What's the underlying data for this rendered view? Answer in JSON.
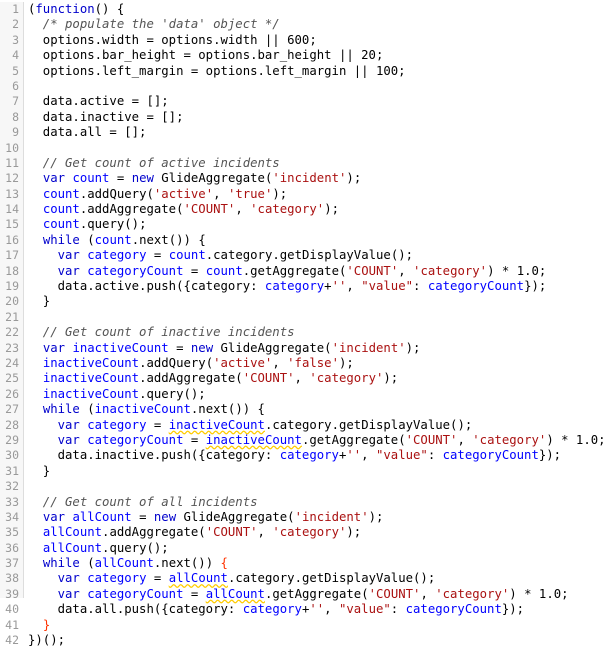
{
  "editor": {
    "language": "javascript",
    "line_numbers": [
      "1",
      "2",
      "3",
      "4",
      "5",
      "6",
      "7",
      "8",
      "9",
      "10",
      "11",
      "12",
      "13",
      "14",
      "15",
      "16",
      "17",
      "18",
      "19",
      "20",
      "21",
      "22",
      "23",
      "24",
      "25",
      "26",
      "27",
      "28",
      "29",
      "30",
      "31",
      "32",
      "33",
      "34",
      "35",
      "36",
      "37",
      "38",
      "39",
      "40",
      "41",
      "42"
    ],
    "lines": [
      [
        {
          "t": "(",
          "c": "br"
        },
        {
          "t": "function",
          "c": "kw"
        },
        {
          "t": "() {",
          "c": "br"
        }
      ],
      [
        {
          "t": "  /* populate the 'data' object */",
          "c": "cm"
        }
      ],
      [
        {
          "t": "  options.width = options.width || 600;",
          "c": ""
        }
      ],
      [
        {
          "t": "  options.bar_height = options.bar_height || 20;",
          "c": ""
        }
      ],
      [
        {
          "t": "  options.left_margin = options.left_margin || 100;",
          "c": ""
        }
      ],
      [
        {
          "t": "",
          "c": ""
        }
      ],
      [
        {
          "t": "  data.active = [];",
          "c": ""
        }
      ],
      [
        {
          "t": "  data.inactive = [];",
          "c": ""
        }
      ],
      [
        {
          "t": "  data.all = [];",
          "c": ""
        }
      ],
      [
        {
          "t": "",
          "c": ""
        }
      ],
      [
        {
          "t": "  // Get count of active incidents",
          "c": "cm"
        }
      ],
      [
        {
          "t": "  ",
          "c": ""
        },
        {
          "t": "var",
          "c": "kw"
        },
        {
          "t": " ",
          "c": ""
        },
        {
          "t": "count",
          "c": "vr"
        },
        {
          "t": " = ",
          "c": ""
        },
        {
          "t": "new",
          "c": "kw"
        },
        {
          "t": " GlideAggregate(",
          "c": ""
        },
        {
          "t": "'incident'",
          "c": "st"
        },
        {
          "t": ");",
          "c": ""
        }
      ],
      [
        {
          "t": "  ",
          "c": ""
        },
        {
          "t": "count",
          "c": "vr"
        },
        {
          "t": ".addQuery(",
          "c": ""
        },
        {
          "t": "'active'",
          "c": "st"
        },
        {
          "t": ", ",
          "c": ""
        },
        {
          "t": "'true'",
          "c": "st"
        },
        {
          "t": ");",
          "c": ""
        }
      ],
      [
        {
          "t": "  ",
          "c": ""
        },
        {
          "t": "count",
          "c": "vr"
        },
        {
          "t": ".addAggregate(",
          "c": ""
        },
        {
          "t": "'COUNT'",
          "c": "st"
        },
        {
          "t": ", ",
          "c": ""
        },
        {
          "t": "'category'",
          "c": "st"
        },
        {
          "t": ");",
          "c": ""
        }
      ],
      [
        {
          "t": "  ",
          "c": ""
        },
        {
          "t": "count",
          "c": "vr"
        },
        {
          "t": ".query();",
          "c": ""
        }
      ],
      [
        {
          "t": "  ",
          "c": ""
        },
        {
          "t": "while",
          "c": "kw"
        },
        {
          "t": " (",
          "c": ""
        },
        {
          "t": "count",
          "c": "vr"
        },
        {
          "t": ".next()) {",
          "c": ""
        }
      ],
      [
        {
          "t": "    ",
          "c": ""
        },
        {
          "t": "var",
          "c": "kw"
        },
        {
          "t": " ",
          "c": ""
        },
        {
          "t": "category",
          "c": "vr"
        },
        {
          "t": " = ",
          "c": ""
        },
        {
          "t": "count",
          "c": "vr"
        },
        {
          "t": ".category.getDisplayValue();",
          "c": ""
        }
      ],
      [
        {
          "t": "    ",
          "c": ""
        },
        {
          "t": "var",
          "c": "kw"
        },
        {
          "t": " ",
          "c": ""
        },
        {
          "t": "categoryCount",
          "c": "vr"
        },
        {
          "t": " = ",
          "c": ""
        },
        {
          "t": "count",
          "c": "vr"
        },
        {
          "t": ".getAggregate(",
          "c": ""
        },
        {
          "t": "'COUNT'",
          "c": "st"
        },
        {
          "t": ", ",
          "c": ""
        },
        {
          "t": "'category'",
          "c": "st"
        },
        {
          "t": ") * 1.0;",
          "c": ""
        }
      ],
      [
        {
          "t": "    data.active.push({category: ",
          "c": ""
        },
        {
          "t": "category",
          "c": "vr"
        },
        {
          "t": "+",
          "c": ""
        },
        {
          "t": "''",
          "c": "st"
        },
        {
          "t": ", ",
          "c": ""
        },
        {
          "t": "\"value\"",
          "c": "st"
        },
        {
          "t": ": ",
          "c": ""
        },
        {
          "t": "categoryCount",
          "c": "vr"
        },
        {
          "t": "});",
          "c": ""
        }
      ],
      [
        {
          "t": "  }",
          "c": ""
        }
      ],
      [
        {
          "t": "",
          "c": ""
        }
      ],
      [
        {
          "t": "  // Get count of inactive incidents",
          "c": "cm"
        }
      ],
      [
        {
          "t": "  ",
          "c": ""
        },
        {
          "t": "var",
          "c": "kw"
        },
        {
          "t": " ",
          "c": ""
        },
        {
          "t": "inactiveCount",
          "c": "vr"
        },
        {
          "t": " = ",
          "c": ""
        },
        {
          "t": "new",
          "c": "kw"
        },
        {
          "t": " GlideAggregate(",
          "c": ""
        },
        {
          "t": "'incident'",
          "c": "st"
        },
        {
          "t": ");",
          "c": ""
        }
      ],
      [
        {
          "t": "  ",
          "c": ""
        },
        {
          "t": "inactiveCount",
          "c": "vr"
        },
        {
          "t": ".addQuery(",
          "c": ""
        },
        {
          "t": "'active'",
          "c": "st"
        },
        {
          "t": ", ",
          "c": ""
        },
        {
          "t": "'false'",
          "c": "st"
        },
        {
          "t": ");",
          "c": ""
        }
      ],
      [
        {
          "t": "  ",
          "c": ""
        },
        {
          "t": "inactiveCount",
          "c": "vr"
        },
        {
          "t": ".addAggregate(",
          "c": ""
        },
        {
          "t": "'COUNT'",
          "c": "st"
        },
        {
          "t": ", ",
          "c": ""
        },
        {
          "t": "'category'",
          "c": "st"
        },
        {
          "t": ");",
          "c": ""
        }
      ],
      [
        {
          "t": "  ",
          "c": ""
        },
        {
          "t": "inactiveCount",
          "c": "vr"
        },
        {
          "t": ".query();",
          "c": ""
        }
      ],
      [
        {
          "t": "  ",
          "c": ""
        },
        {
          "t": "while",
          "c": "kw"
        },
        {
          "t": " (",
          "c": ""
        },
        {
          "t": "inactiveCount",
          "c": "vr"
        },
        {
          "t": ".next()) {",
          "c": ""
        }
      ],
      [
        {
          "t": "    ",
          "c": ""
        },
        {
          "t": "var",
          "c": "kw"
        },
        {
          "t": " ",
          "c": ""
        },
        {
          "t": "category",
          "c": "vr"
        },
        {
          "t": " = ",
          "c": ""
        },
        {
          "t": "inactiveCount",
          "c": "vr ul"
        },
        {
          "t": ".category.getDisplayValue();",
          "c": ""
        }
      ],
      [
        {
          "t": "    ",
          "c": ""
        },
        {
          "t": "var",
          "c": "kw"
        },
        {
          "t": " ",
          "c": ""
        },
        {
          "t": "categoryCount",
          "c": "vr"
        },
        {
          "t": " = ",
          "c": ""
        },
        {
          "t": "inactiveCount",
          "c": "vr ul"
        },
        {
          "t": ".getAggregate(",
          "c": ""
        },
        {
          "t": "'COUNT'",
          "c": "st"
        },
        {
          "t": ", ",
          "c": ""
        },
        {
          "t": "'category'",
          "c": "st"
        },
        {
          "t": ") * 1.0;",
          "c": ""
        }
      ],
      [
        {
          "t": "    data.inactive.push({category: ",
          "c": ""
        },
        {
          "t": "category",
          "c": "vr"
        },
        {
          "t": "+",
          "c": ""
        },
        {
          "t": "''",
          "c": "st"
        },
        {
          "t": ", ",
          "c": ""
        },
        {
          "t": "\"value\"",
          "c": "st"
        },
        {
          "t": ": ",
          "c": ""
        },
        {
          "t": "categoryCount",
          "c": "vr"
        },
        {
          "t": "});",
          "c": ""
        }
      ],
      [
        {
          "t": "  }",
          "c": ""
        }
      ],
      [
        {
          "t": "",
          "c": ""
        }
      ],
      [
        {
          "t": "  // Get count of all incidents",
          "c": "cm"
        }
      ],
      [
        {
          "t": "  ",
          "c": ""
        },
        {
          "t": "var",
          "c": "kw"
        },
        {
          "t": " ",
          "c": ""
        },
        {
          "t": "allCount",
          "c": "vr"
        },
        {
          "t": " = ",
          "c": ""
        },
        {
          "t": "new",
          "c": "kw"
        },
        {
          "t": " GlideAggregate(",
          "c": ""
        },
        {
          "t": "'incident'",
          "c": "st"
        },
        {
          "t": ");",
          "c": ""
        }
      ],
      [
        {
          "t": "  ",
          "c": ""
        },
        {
          "t": "allCount",
          "c": "vr"
        },
        {
          "t": ".addAggregate(",
          "c": ""
        },
        {
          "t": "'COUNT'",
          "c": "st"
        },
        {
          "t": ", ",
          "c": ""
        },
        {
          "t": "'category'",
          "c": "st"
        },
        {
          "t": ");",
          "c": ""
        }
      ],
      [
        {
          "t": "  ",
          "c": ""
        },
        {
          "t": "allCount",
          "c": "vr"
        },
        {
          "t": ".query();",
          "c": ""
        }
      ],
      [
        {
          "t": "  ",
          "c": ""
        },
        {
          "t": "while",
          "c": "kw"
        },
        {
          "t": " (",
          "c": ""
        },
        {
          "t": "allCount",
          "c": "vr"
        },
        {
          "t": ".next()) ",
          "c": ""
        },
        {
          "t": "{",
          "c": "hl"
        }
      ],
      [
        {
          "t": "    ",
          "c": ""
        },
        {
          "t": "var",
          "c": "kw"
        },
        {
          "t": " ",
          "c": ""
        },
        {
          "t": "category",
          "c": "vr"
        },
        {
          "t": " = ",
          "c": ""
        },
        {
          "t": "allCount",
          "c": "vr ul"
        },
        {
          "t": ".category.getDisplayValue();",
          "c": ""
        }
      ],
      [
        {
          "t": "    ",
          "c": ""
        },
        {
          "t": "var",
          "c": "kw"
        },
        {
          "t": " ",
          "c": ""
        },
        {
          "t": "categoryCount",
          "c": "vr"
        },
        {
          "t": " = ",
          "c": ""
        },
        {
          "t": "allCount",
          "c": "vr ul"
        },
        {
          "t": ".getAggregate(",
          "c": ""
        },
        {
          "t": "'COUNT'",
          "c": "st"
        },
        {
          "t": ", ",
          "c": ""
        },
        {
          "t": "'category'",
          "c": "st"
        },
        {
          "t": ") * 1.0;",
          "c": ""
        }
      ],
      [
        {
          "t": "    data.all.push({category: ",
          "c": ""
        },
        {
          "t": "category",
          "c": "vr"
        },
        {
          "t": "+",
          "c": ""
        },
        {
          "t": "''",
          "c": "st"
        },
        {
          "t": ", ",
          "c": ""
        },
        {
          "t": "\"value\"",
          "c": "st"
        },
        {
          "t": ": ",
          "c": ""
        },
        {
          "t": "categoryCount",
          "c": "vr"
        },
        {
          "t": "});",
          "c": ""
        }
      ],
      [
        {
          "t": "  ",
          "c": ""
        },
        {
          "t": "}",
          "c": "hl"
        }
      ],
      [
        {
          "t": "})();",
          "c": ""
        }
      ]
    ]
  },
  "colors": {
    "keyword": "#0000cc",
    "identifier": "#0000ff",
    "string": "#aa1111",
    "comment": "#555555",
    "bracket_highlight": "#ff3300",
    "gutter_bg": "#f7f7f7",
    "line_number": "#999999"
  }
}
